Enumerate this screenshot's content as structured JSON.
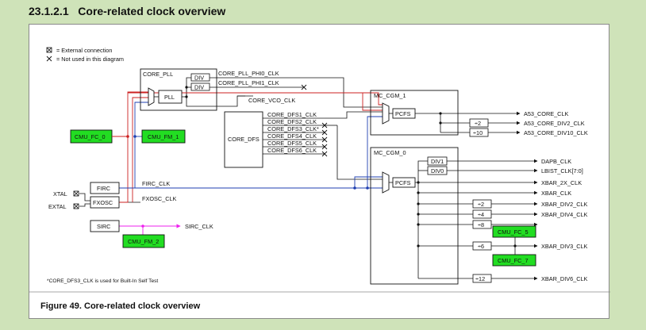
{
  "section": {
    "number": "23.1.2.1",
    "title": "Core-related clock overview"
  },
  "legend": {
    "external": "= External connection",
    "unused": "= Not used in this diagram"
  },
  "blocks": {
    "core_pll": "CORE_PLL",
    "pll": "PLL",
    "div_a": "DIV",
    "div_b": "DIV",
    "core_dfs": "CORE_DFS",
    "mc_cgm_1": "MC_CGM_1",
    "mc_cgm_0": "MC_CGM_0",
    "pcfs_1": "PCFS",
    "pcfs_0": "PCFS",
    "div1": "DIV1",
    "div0": "DIV0",
    "firc": "FIRC",
    "fxosc": "FXOSC",
    "sirc": "SIRC",
    "xtal": "XTAL",
    "extal": "EXTAL"
  },
  "monitors": {
    "fc0": "CMU_FC_0",
    "fm1": "CMU_FM_1",
    "fm2": "CMU_FM_2",
    "fc5": "CMU_FC_5",
    "fc7": "CMU_FC_7"
  },
  "signals": {
    "pll_phi0": "CORE_PLL_PHI0_CLK",
    "pll_phi1": "CORE_PLL_PHI1_CLK",
    "vco": "CORE_VCO_CLK",
    "dfs1": "CORE_DFS1_CLK",
    "dfs2": "CORE_DFS2_CLK",
    "dfs3": "CORE_DFS3_CLK*",
    "dfs4": "CORE_DFS4_CLK",
    "dfs5": "CORE_DFS5_CLK",
    "dfs6": "CORE_DFS6_CLK",
    "firc_clk": "FIRC_CLK",
    "fxosc_clk": "FXOSC_CLK",
    "sirc_clk": "SIRC_CLK"
  },
  "dividers": {
    "d2a": "÷2",
    "d10": "÷10",
    "d2b": "÷2",
    "d4": "÷4",
    "d8": "÷8",
    "d6": "÷6",
    "d12": "÷12"
  },
  "outputs": {
    "a53_core": "A53_CORE_CLK",
    "a53_div2": "A53_CORE_DIV2_CLK",
    "a53_div10": "A53_CORE_DIV10_CLK",
    "dapb": "DAPB_CLK",
    "lbist": "LBIST_CLK[7:0]",
    "xbar_2x": "XBAR_2X_CLK",
    "xbar": "XBAR_CLK",
    "xbar_div2": "XBAR_DIV2_CLK",
    "xbar_div4": "XBAR_DIV4_CLK",
    "xbar_div3": "XBAR_DIV3_CLK",
    "xbar_div6": "XBAR_DIV6_CLK"
  },
  "footnote": "*CORE_DFS3_CLK is used for Built-In Self Test",
  "caption": "Figure 49.  Core-related clock overview",
  "colors": {
    "page_bg": "#cfe3b9",
    "monitor_fill": "#22dd22",
    "red_wire": "#cc2222",
    "blue_wire": "#1f3fb0",
    "magenta_wire": "#ee22ee"
  }
}
